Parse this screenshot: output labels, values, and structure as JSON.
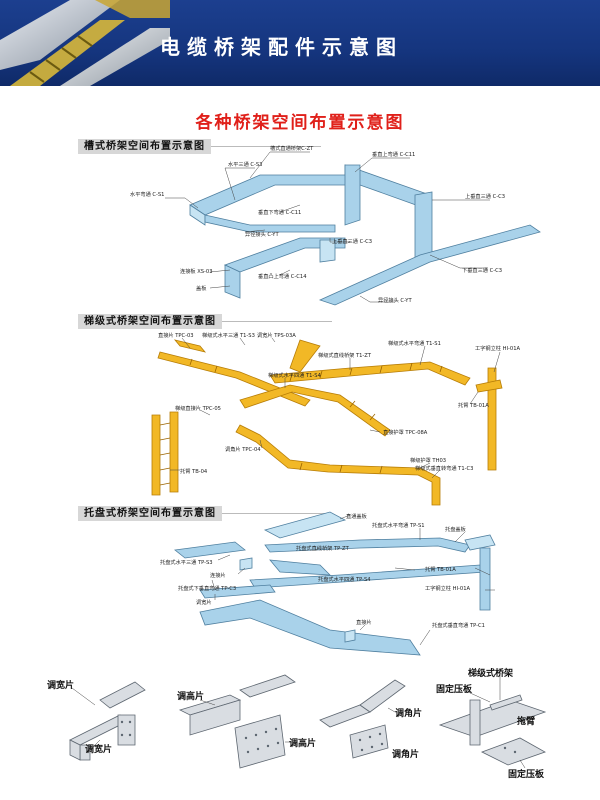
{
  "header": {
    "title": "电缆桥架配件示意图"
  },
  "main_title": "各种桥架空间布置示意图",
  "sections": {
    "trough": {
      "label": "槽式桥架空间布置示意图",
      "labels": [
        "槽式直通桥架C-ZT",
        "水平三通 C-S3",
        "垂直上弯通 C-C11",
        "水平弯通 C-S1",
        "垂直下弯通 C-C11",
        "上垂直三通 C-C3",
        "异径接头 C-YT",
        "上垂直三通 C-C3",
        "下垂直三通 C-C3",
        "垂直凸上弯通 C-C14",
        "连接板 XS-03",
        "盖板",
        "异径接头 C-YT"
      ]
    },
    "ladder": {
      "label": "梯级式桥架空间布置示意图",
      "labels": [
        "直接片 TPC-03",
        "梯级式水平三通 T1-S3",
        "调宽片 TPS-03A",
        "梯级式水平弯通 T1-S1",
        "工字钢立柱 HI-01A",
        "梯级式直线桥架 T1-ZT",
        "梯级式水平四通 T1-S4",
        "托臂 TB-01A",
        "梯级直接片 TPC-05",
        "直接护罩 TPC-08A",
        "调角片 TPC-04",
        "梯级护罩 TH03",
        "梯级式垂直转弯通 T1-C3",
        "托臂 TB-04"
      ]
    },
    "tray": {
      "label": "托盘式桥架空间布置示意图",
      "labels": [
        "直通盖板",
        "托盘式水平弯通 TP-S1",
        "托盘盖板",
        "托盘式水平三通 TP-S3",
        "托盘式直线桥架 TP-ZT",
        "托盘式水平四通 TP-S4",
        "托臂 TB-01A",
        "工字钢立柱 HI-01A",
        "直接片",
        "托盘式垂直弯通 TP-C1",
        "托盘式下垂直弯通 TP-C3",
        "连接片",
        "调宽片"
      ]
    }
  },
  "accessories": {
    "labels": [
      "调宽片",
      "调宽片",
      "调高片",
      "调高片",
      "调角片",
      "调角片",
      "梯级式桥架",
      "固定压板",
      "拖臂",
      "固定压板"
    ]
  }
}
